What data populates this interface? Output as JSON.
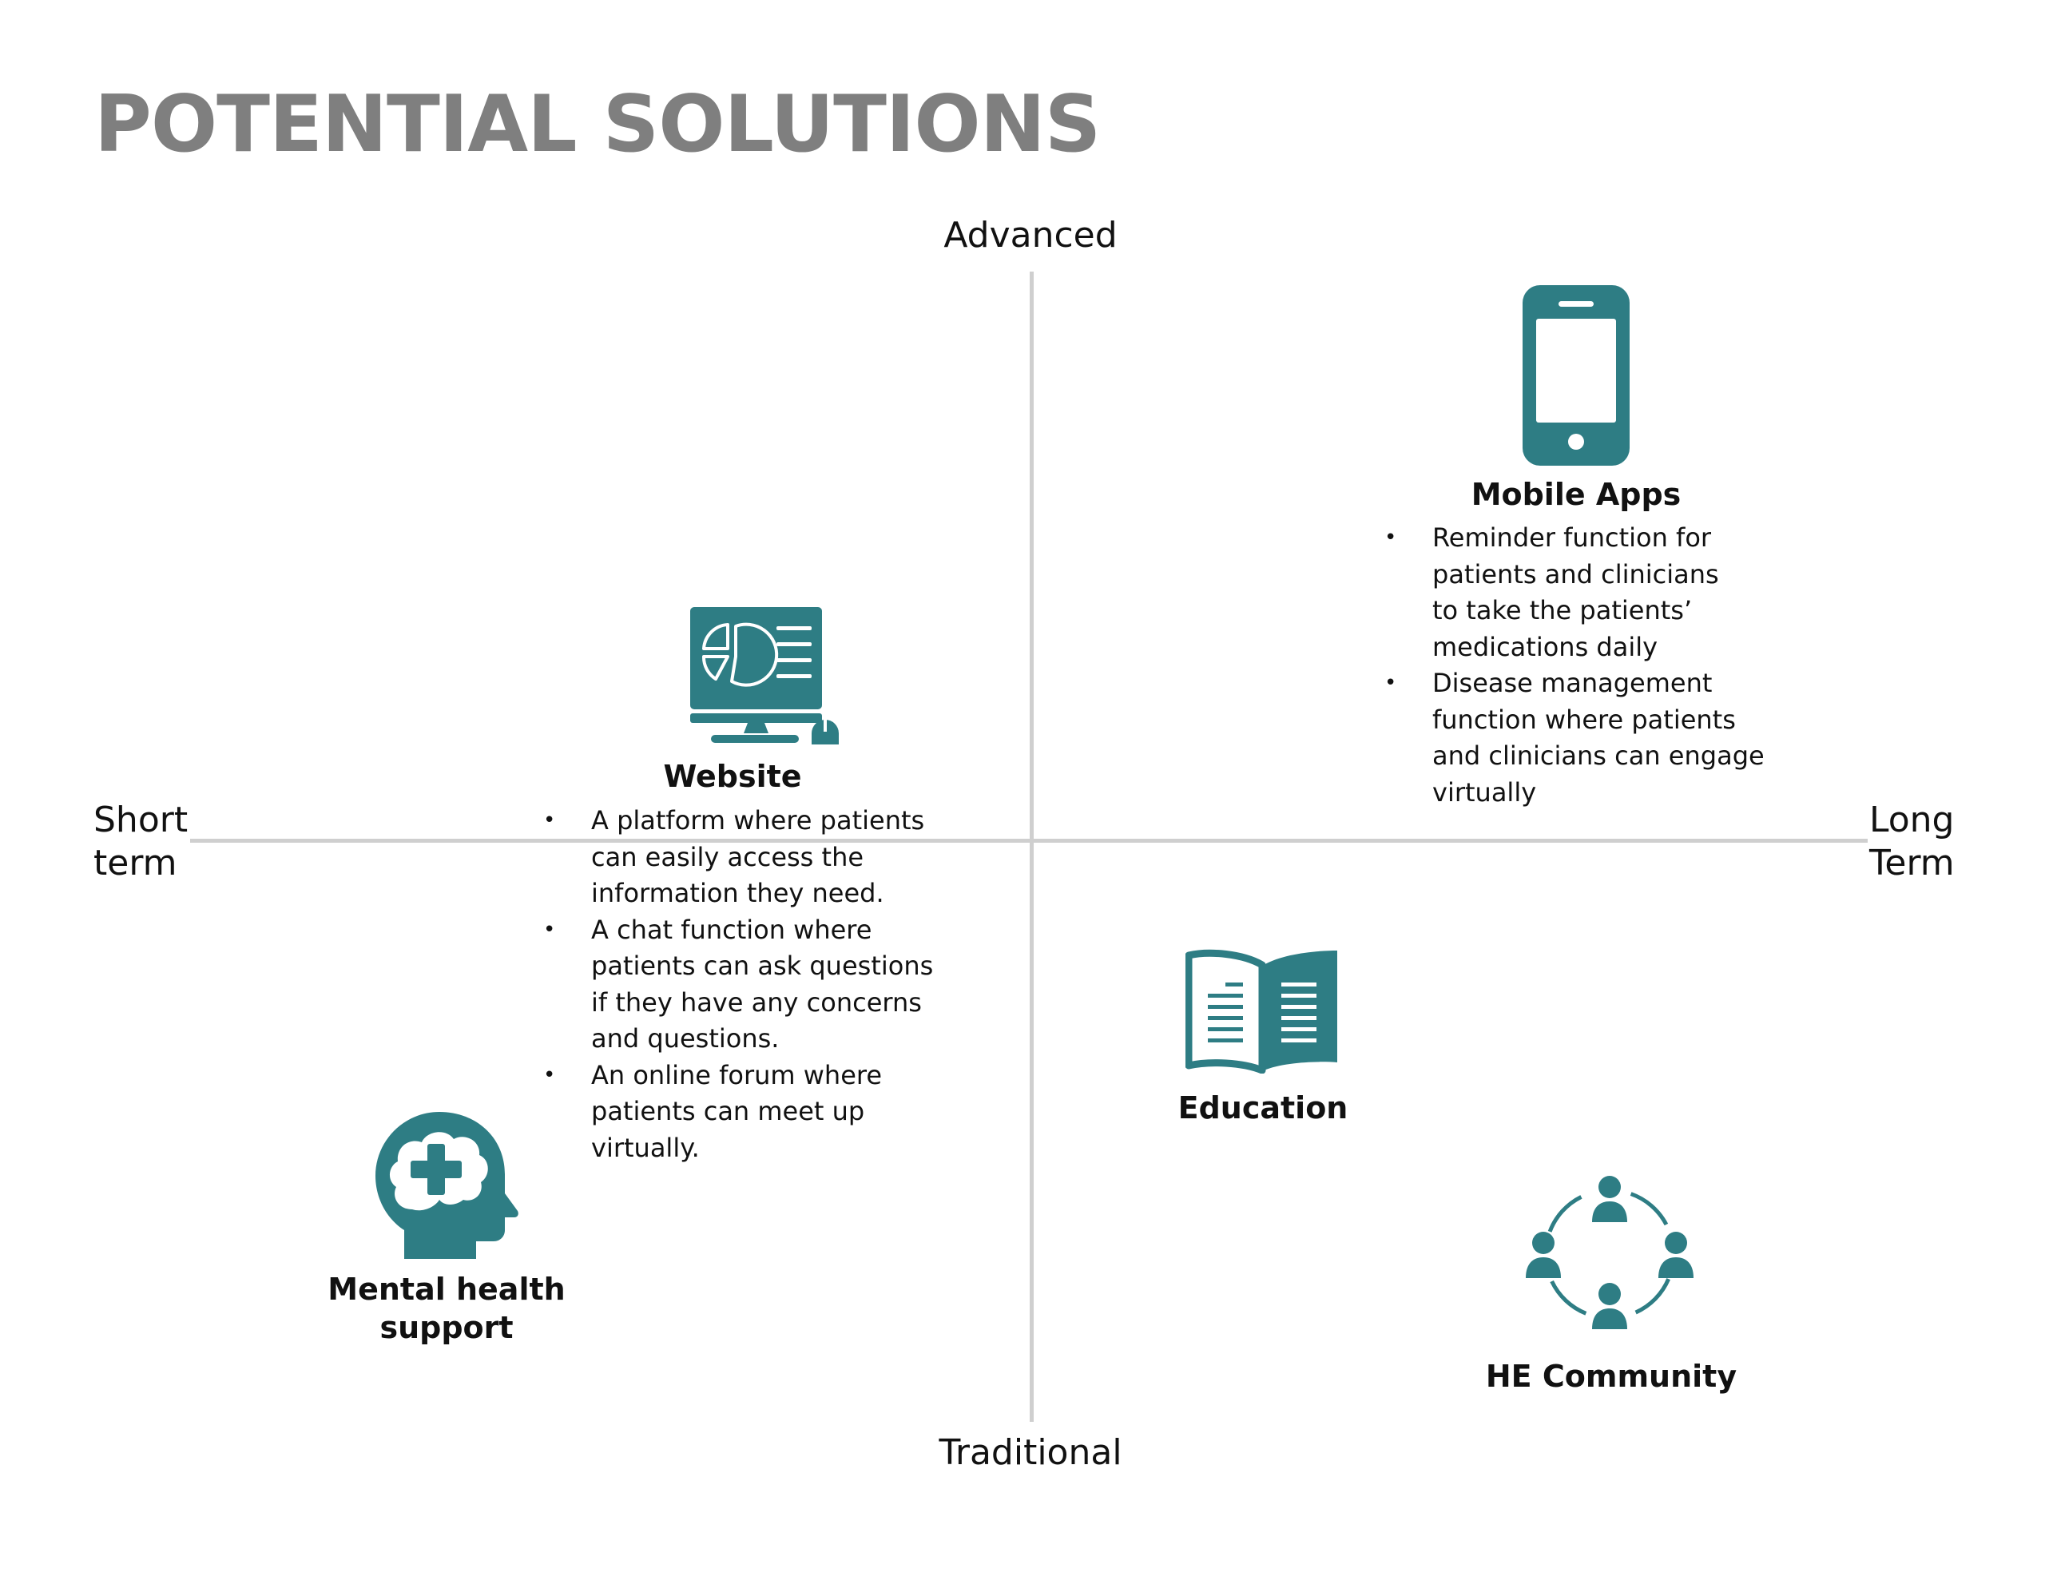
{
  "title": "POTENTIAL SOLUTIONS",
  "colors": {
    "accent": "#2e7d84",
    "axis": "#cfcfcf",
    "title": "#7f7f7f"
  },
  "axes": {
    "top": "Advanced",
    "bottom": "Traditional",
    "left": "Short\nterm",
    "right": "Long\nTerm"
  },
  "solutions": {
    "mobile_apps": {
      "title": "Mobile Apps",
      "icon": "smartphone-icon",
      "bullets": [
        "Reminder function for\npatients and clinicians\nto take the patients’\nmedications daily",
        "Disease management\nfunction where patients\nand clinicians can engage\nvirtually"
      ]
    },
    "website": {
      "title": "Website",
      "icon": "computer-monitor-chart-icon",
      "bullets": [
        "A platform where patients\ncan easily access the\ninformation they need.",
        "A chat function where\npatients can ask questions\nif they have any concerns\nand questions.",
        "An online forum where\npatients can meet up\nvirtually."
      ]
    },
    "education": {
      "title": "Education",
      "icon": "open-book-icon"
    },
    "mental_health": {
      "title": "Mental health\nsupport",
      "icon": "head-medical-cross-icon"
    },
    "community": {
      "title": "HE Community",
      "icon": "people-circle-icon"
    }
  }
}
